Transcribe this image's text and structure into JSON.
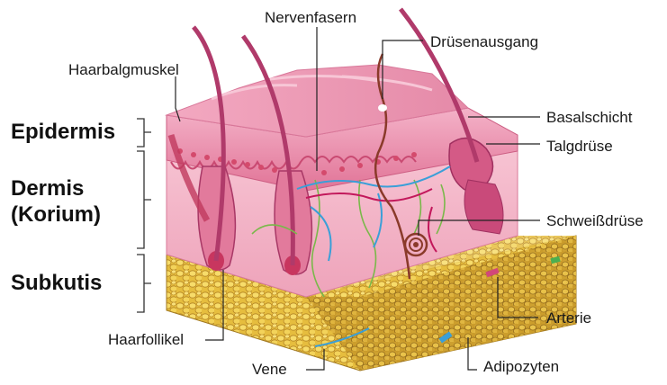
{
  "layers": {
    "epidermis": "Epidermis",
    "dermis_line1": "Dermis",
    "dermis_line2": "(Korium)",
    "subkutis": "Subkutis"
  },
  "labels": {
    "nervenfasern": "Nervenfasern",
    "druesenausgang": "Drüsenausgang",
    "haarbalgmuskel": "Haarbalgmuskel",
    "basalschicht": "Basalschicht",
    "talgdruese": "Talgdrüse",
    "schweissdruese": "Schweißdrüse",
    "arterie": "Arterie",
    "haarfollikel": "Haarfollikel",
    "vene": "Vene",
    "adipozyten": "Adipozyten"
  },
  "colors": {
    "epidermis": "#e8779a",
    "epidermis_top": "#f0a6bf",
    "dermis": "#f3b6c8",
    "fat": "#e9c24a",
    "fat_dark": "#b8892a",
    "nerve": "#79b54a",
    "vein": "#3a9fd8",
    "artery": "#c2185b",
    "hair": "#b03a6a"
  }
}
